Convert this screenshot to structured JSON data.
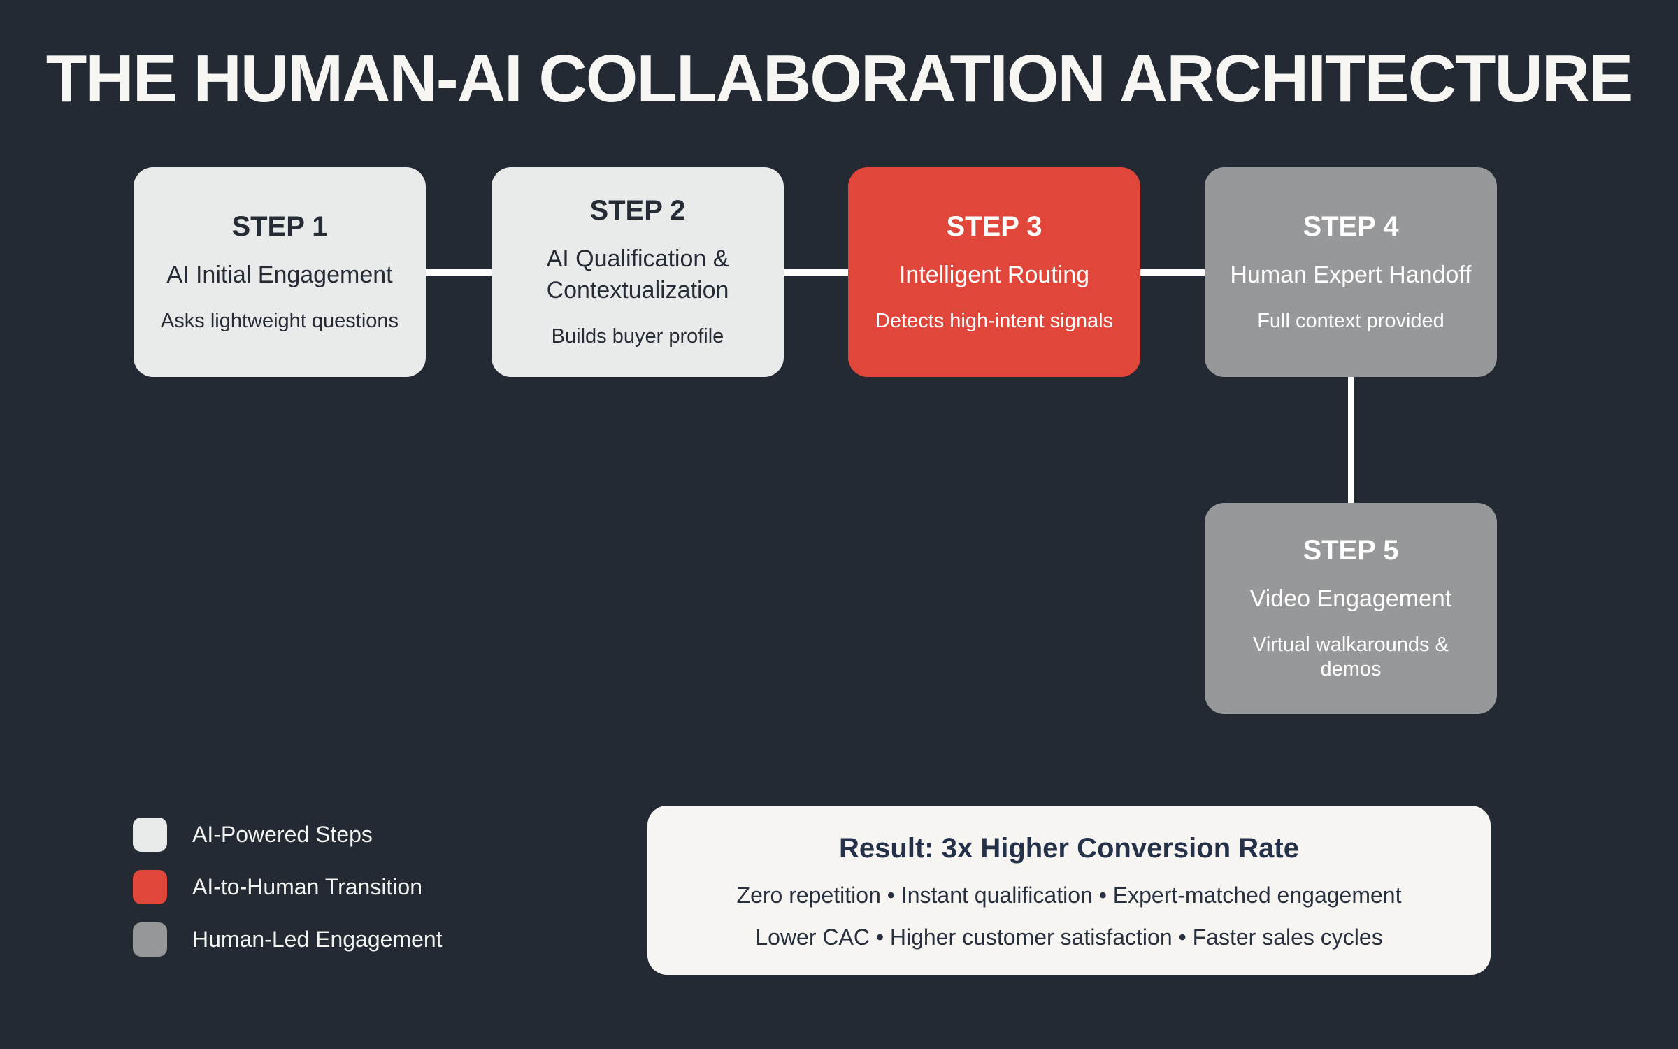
{
  "title": "THE HUMAN-AI COLLABORATION ARCHITECTURE",
  "colors": {
    "background": "#242a33",
    "ai_step_fill": "#e9eaea",
    "transition_fill": "#e0473a",
    "human_step_fill": "#97989a",
    "result_card_fill": "#f7f5f1",
    "dark_text": "#262c36",
    "light_text": "#ffffff",
    "connector": "#ffffff"
  },
  "steps": [
    {
      "label": "STEP 1",
      "title": "AI Initial Engagement",
      "description": "Asks lightweight questions",
      "type": "ai"
    },
    {
      "label": "STEP 2",
      "title": "AI Qualification & Contextualization",
      "description": "Builds buyer profile",
      "type": "ai"
    },
    {
      "label": "STEP 3",
      "title": "Intelligent Routing",
      "description": "Detects high-intent signals",
      "type": "transition"
    },
    {
      "label": "STEP 4",
      "title": "Human Expert Handoff",
      "description": "Full context provided",
      "type": "human"
    },
    {
      "label": "STEP 5",
      "title": "Video Engagement",
      "description": "Virtual walkarounds & demos",
      "type": "human"
    }
  ],
  "legend": [
    {
      "label": "AI-Powered Steps",
      "color": "#e9eaea"
    },
    {
      "label": "AI-to-Human Transition",
      "color": "#e0473a"
    },
    {
      "label": "Human-Led Engagement",
      "color": "#97989a"
    }
  ],
  "result": {
    "title": "Result: 3x Higher Conversion Rate",
    "line1": "Zero repetition  •  Instant qualification  •  Expert-matched engagement",
    "line2": "Lower CAC  •  Higher customer satisfaction  •  Faster sales cycles"
  }
}
